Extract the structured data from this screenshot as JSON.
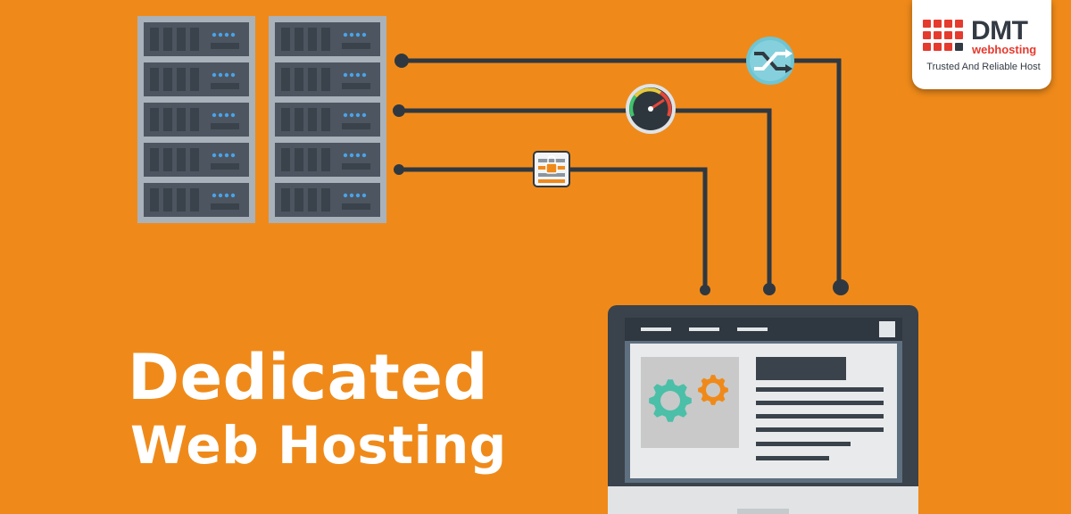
{
  "headline": {
    "line1": "Dedicated",
    "line2": "Web Hosting"
  },
  "logo": {
    "brand": "DMT",
    "sub": "webhosting",
    "tagline": "Trusted And Reliable Host"
  },
  "icons": {
    "server_racks": "server-rack-icon",
    "transfer": "shuffle-arrows-icon",
    "speed": "speedometer-icon",
    "security": "firewall-lock-icon",
    "settings": "gears-icon"
  },
  "colors": {
    "background": "#ef8a1a",
    "rack": "#4c5560",
    "rack_frame": "#a9b2bb",
    "leds": "#4aa3e8",
    "cables": "#2f3840",
    "logo_red": "#e53a2e",
    "gear_teal": "#4bbfa8",
    "gear_orange": "#ef8a1a"
  }
}
